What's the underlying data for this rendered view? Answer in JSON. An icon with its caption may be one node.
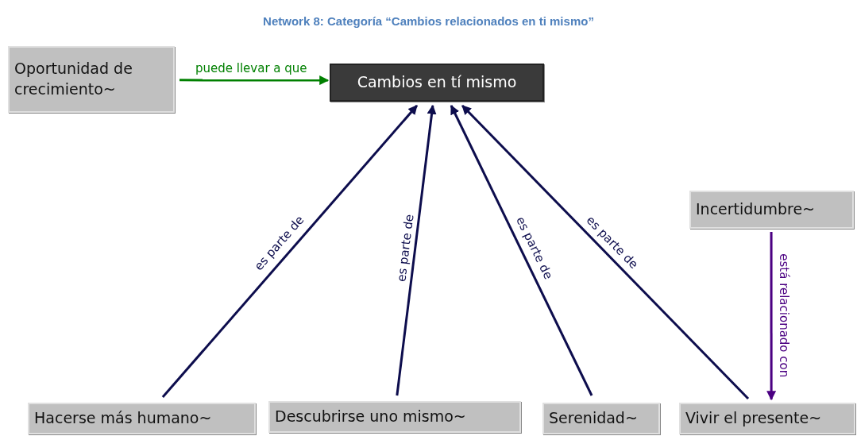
{
  "diagram": {
    "title": "Network 8: Categoría “Cambios relacionados en ti mismo”",
    "nodes": [
      {
        "text": [
          "Oportunidad de crecimiento~"
        ]
      },
      {
        "text": [
          "Cambios en tí mismo"
        ]
      },
      {
        "text": [
          "Incertidumbre~"
        ]
      },
      {
        "text": [
          "Hacerse más humano~"
        ]
      },
      {
        "text": [
          "Descubrirse uno mismo~"
        ]
      },
      {
        "text": [
          "Serenidad~"
        ]
      },
      {
        "text": [
          "Vivir el presente~"
        ]
      }
    ],
    "edges": [
      {
        "from": 0,
        "to": 1,
        "arrow": "to",
        "label": "puede llevar a que",
        "color": "#008000"
      },
      {
        "from": 3,
        "to": 1,
        "arrow": "to",
        "label": "es parte de"
      },
      {
        "from": 4,
        "to": 1,
        "arrow": "to",
        "label": "es parte de"
      },
      {
        "from": 5,
        "to": 1,
        "arrow": "to",
        "label": "es parte de"
      },
      {
        "from": 6,
        "to": 1,
        "arrow": "to",
        "label": "es parte de"
      },
      {
        "from": 2,
        "to": 6,
        "arrow": "to",
        "label": "está relacionado con",
        "color": "#4b0082"
      }
    ]
  }
}
